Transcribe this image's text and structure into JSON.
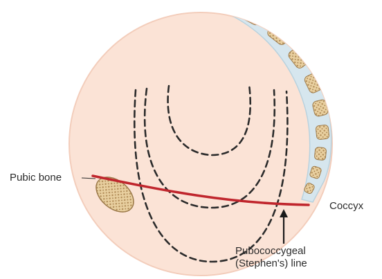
{
  "labels": {
    "pubic_bone": "Pubic bone",
    "coccyx": "Coccyx",
    "line_name": "Pubococcygeal",
    "line_alias": "(Stephen's) line"
  },
  "colors": {
    "pelvis_fill": "#fbe3d6",
    "pelvis_edge": "#f3cdbb",
    "bone_fill": "#e8cf9f",
    "bone_dots": "#b08a55",
    "cartilage": "#d6e6ee",
    "reference_line": "#c0262d",
    "curve": "#2b2b2b"
  }
}
